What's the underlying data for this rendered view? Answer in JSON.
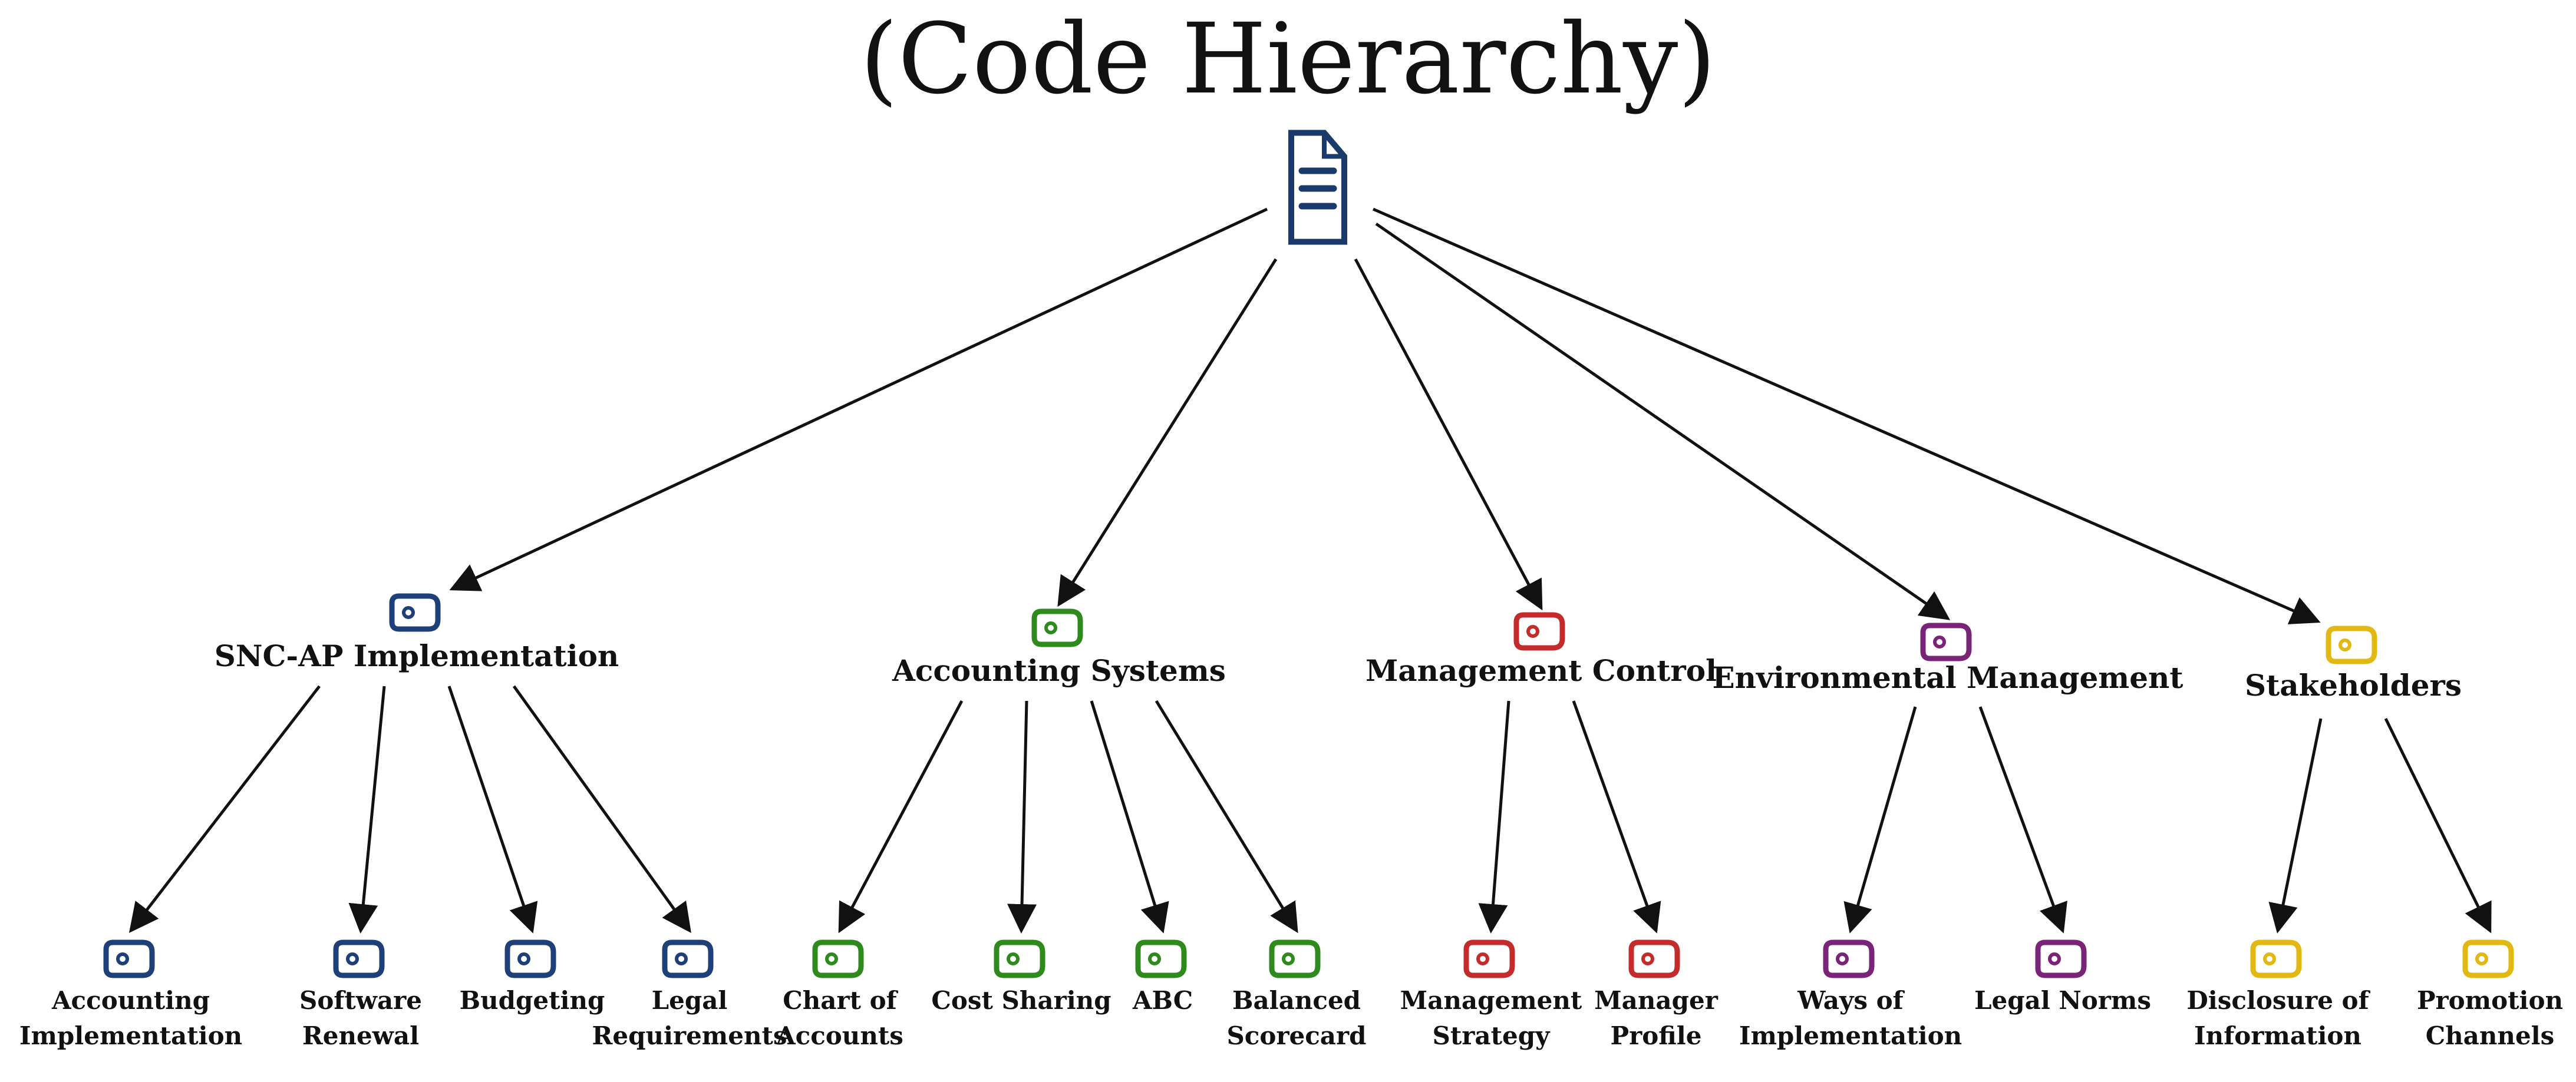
{
  "title": "(Code Hierarchy)",
  "colors": {
    "line": "#111111",
    "root_icon": "#1a3a6b"
  },
  "root_icon": "document-icon",
  "code_icon": "code-tag-icon",
  "categories": [
    {
      "label": "SNC-AP Implementation",
      "color": "#1e3f78",
      "children": [
        "Accounting\nImplementation",
        "Software\nRenewal",
        "Budgeting",
        "Legal\nRequirements"
      ]
    },
    {
      "label": "Accounting Systems",
      "color": "#2e8a1c",
      "children": [
        "Chart of\nAccounts",
        "Cost Sharing",
        "ABC",
        "Balanced\nScorecard"
      ]
    },
    {
      "label": "Management Control",
      "color": "#c42c2c",
      "children": [
        "Management\nStrategy",
        "Manager\nProfile"
      ]
    },
    {
      "label": "Environmental Management",
      "color": "#7a2478",
      "children": [
        "Ways of\nImplementation",
        "Legal Norms"
      ]
    },
    {
      "label": "Stakeholders",
      "color": "#e2b812",
      "children": [
        "Disclosure of\nInformation",
        "Promotion\nChannels"
      ]
    }
  ]
}
